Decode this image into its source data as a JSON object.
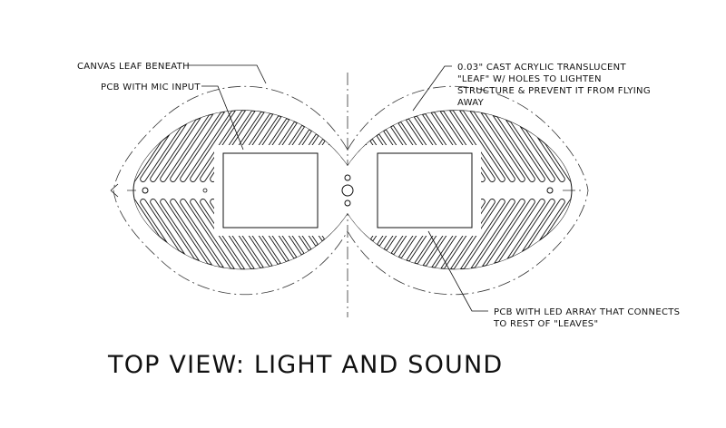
{
  "labels": {
    "canvas_leaf": "CANVAS LEAF BENEATH",
    "pcb_mic": "PCB WITH MIC INPUT",
    "acrylic_line1": "0.03\" CAST ACRYLIC TRANSLUCENT",
    "acrylic_line2": "\"LEAF\" W/ HOLES TO LIGHTEN",
    "acrylic_line3": "STRUCTURE & PREVENT IT FROM FLYING",
    "acrylic_line4": "AWAY",
    "pcb_led_line1": "PCB WITH LED ARRAY THAT CONNECTS",
    "pcb_led_line2": "TO REST OF \"LEAVES\""
  },
  "title": "TOP VIEW: LIGHT AND SOUND"
}
